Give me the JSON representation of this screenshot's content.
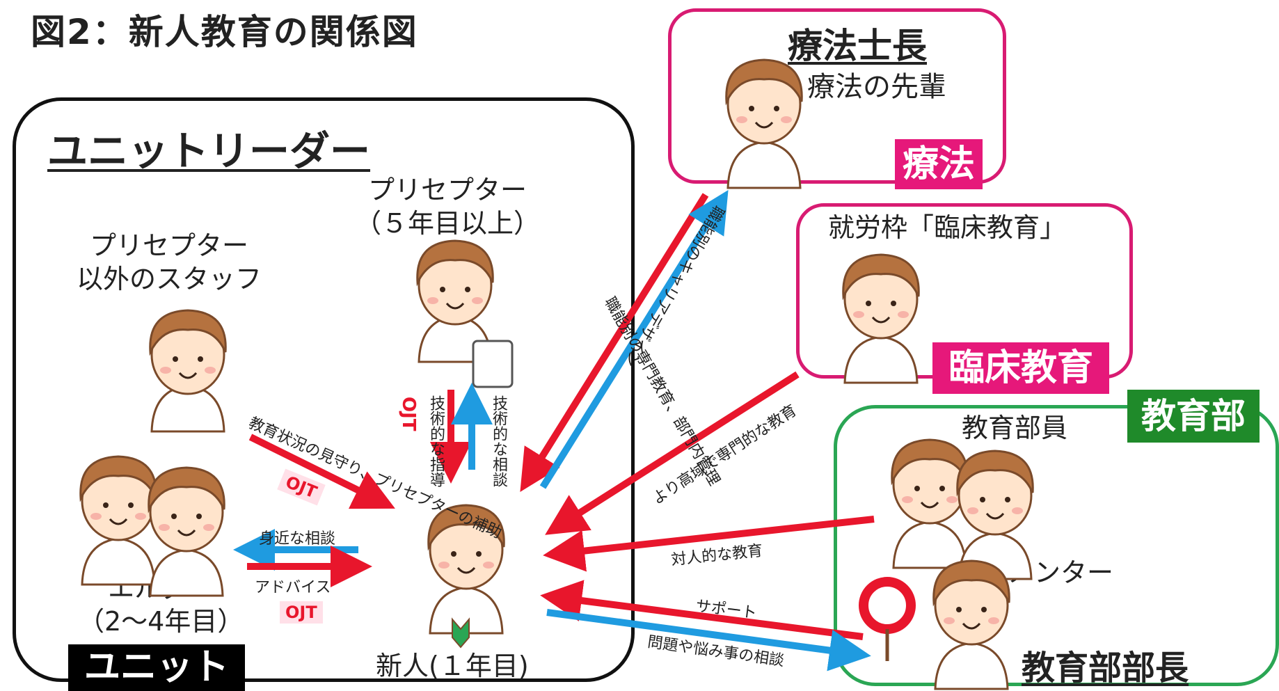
{
  "title": "図2：新人教育の関係図",
  "unit_leader": "ユニットリーダー",
  "unit_tag": "ユニット",
  "preceptor_senior": {
    "line1": "プリセプター",
    "line2": "（５年目以上）"
  },
  "other_staff": {
    "line1": "プリセプター",
    "line2": "以外のスタッフ"
  },
  "elder": {
    "line1": "エルダー",
    "line2": "（2～4年目）"
  },
  "newcomer": "新人(１年目)",
  "ojt_labels": {
    "vertical": "OJT",
    "staff": "OJT",
    "elder": "OJT"
  },
  "arrow_labels": {
    "tech_guidance": "技術的な指導",
    "tech_consult": "技術的な相談",
    "staff_support": "教育状況の見守り、プリセプターの補助",
    "close_consult": "身近な相談",
    "advice": "アドバイス",
    "specialty_edu": "職能別の専門教育、部門内管理",
    "career_design": "職能別のキャリアデザイン",
    "advanced_edu": "より高域で専門的な教育",
    "interpersonal_edu": "対人的な教育",
    "support": "サポート",
    "problem_consult": "問題や悩み事の相談"
  },
  "therapy": {
    "heading": "療法士長",
    "sub": "療法の先輩",
    "tag": "療法"
  },
  "clinical": {
    "heading": "就労枠「臨床教育」",
    "tag": "臨床教育"
  },
  "education": {
    "tag": "教育部",
    "members": "教育部員",
    "mentor": "メンター",
    "head": "教育部部長"
  },
  "colors": {
    "red_arrow": "#e8162c",
    "blue_arrow": "#1f9be0",
    "pink": "#d81b72",
    "green": "#2aa654",
    "green_tag": "#1f8a2a"
  }
}
